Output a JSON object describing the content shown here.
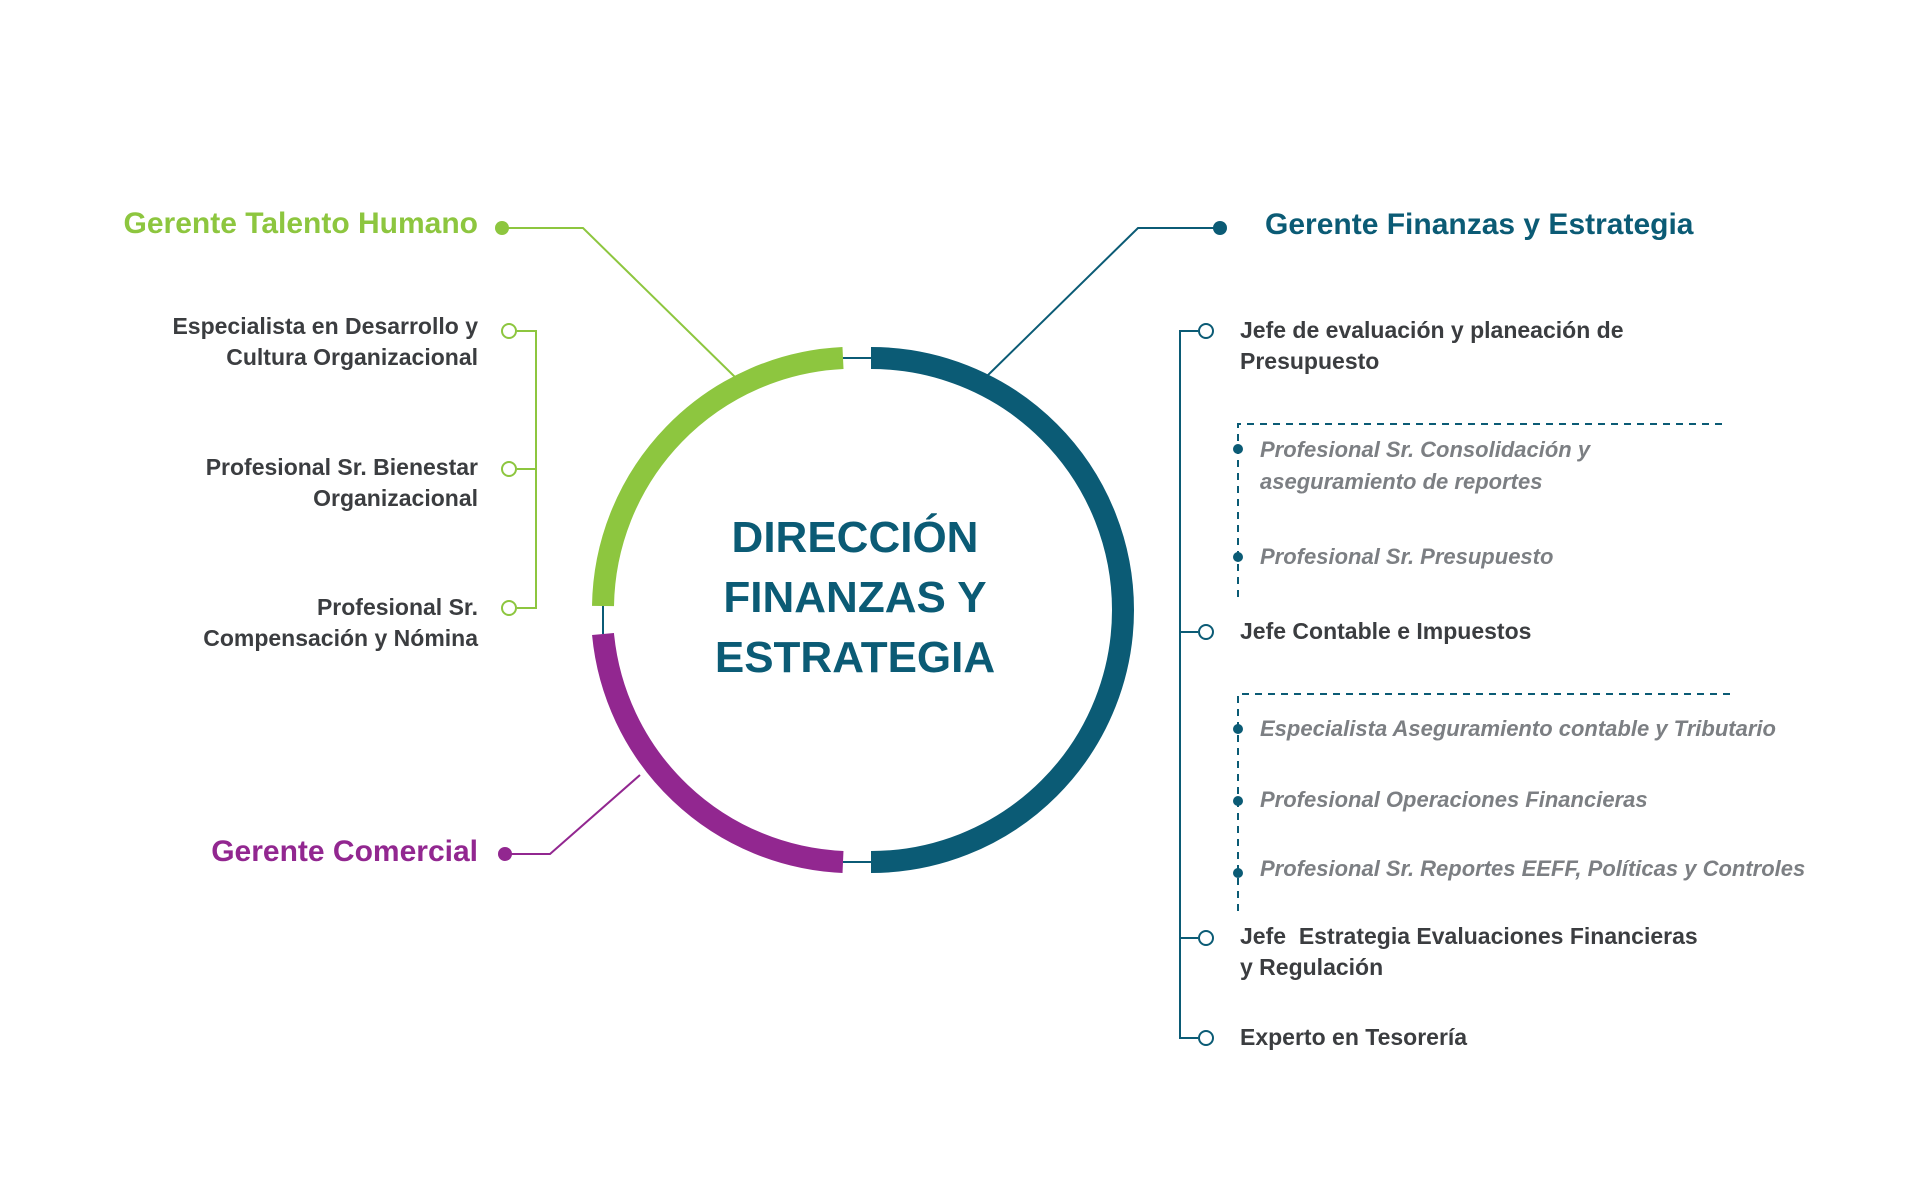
{
  "center": {
    "title_lines": [
      "DIRECCIÓN",
      "FINANZAS Y",
      "ESTRATEGIA"
    ]
  },
  "left": {
    "talento": {
      "title": "Gerente Talento Humano",
      "items": [
        {
          "line1": "Especialista en Desarrollo y",
          "line2": "Cultura Organizacional"
        },
        {
          "line1": "Profesional Sr. Bienestar",
          "line2": "Organizacional"
        },
        {
          "line1": "Profesional Sr.",
          "line2": "Compensación y Nómina"
        }
      ]
    },
    "comercial": {
      "title": "Gerente Comercial"
    }
  },
  "right": {
    "finanzas": {
      "title": "Gerente Finanzas y Estrategia",
      "jefe_presupuesto": {
        "line1": "Jefe de evaluación y planeación de",
        "line2": "Presupuesto"
      },
      "group1": [
        {
          "line1": "Profesional Sr. Consolidación y",
          "line2": "aseguramiento de reportes"
        },
        {
          "line1": "Profesional Sr. Presupuesto",
          "line2": ""
        }
      ],
      "jefe_contable": "Jefe Contable e Impuestos",
      "group2": [
        "Especialista Aseguramiento contable y Tributario",
        "Profesional Operaciones Financieras",
        "Profesional Sr. Reportes EEFF, Políticas y Controles"
      ],
      "jefe_estrategia": {
        "line1": "Jefe  Estrategia Evaluaciones Financieras",
        "line2": "y Regulación"
      },
      "experto": "Experto en Tesorería"
    }
  },
  "colors": {
    "green": "#8dc63f",
    "teal": "#0b5b75",
    "purple": "#922790",
    "dark_text": "#3b3d40",
    "gray_text": "#7c7f83"
  }
}
